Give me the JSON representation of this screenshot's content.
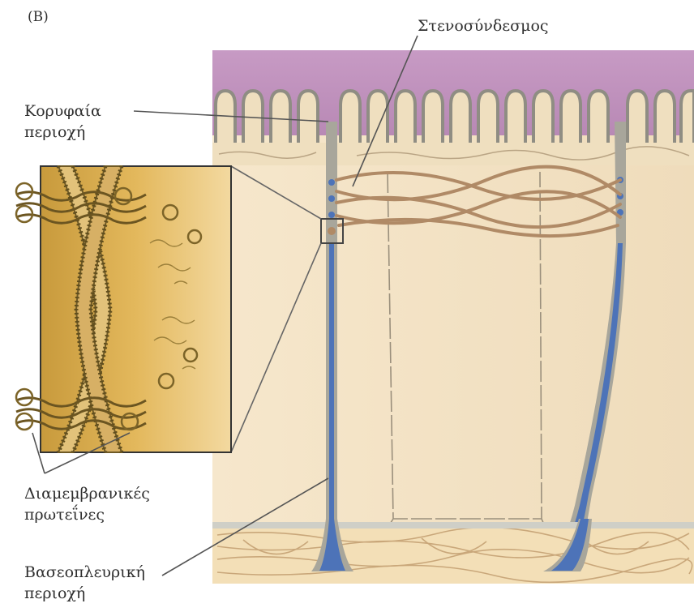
{
  "figure": {
    "panel_label": "(B)",
    "labels": {
      "tight_junction": "Στενοσύνδεσμος",
      "apical_region": [
        "Κορυφαία",
        "περιοχή"
      ],
      "transmembrane_proteins": [
        "Διαμεμβρανικές",
        "πρωτεΐνες"
      ],
      "basolateral_region": [
        "Βασεοπλευρική",
        "περιοχή"
      ]
    },
    "colors": {
      "apical_fluid": "#c79ac4",
      "cytoplasm": "#f6e7cc",
      "cell_membrane": "#9c9a8f",
      "intercellular_space": "#4d73b8",
      "junction_strands": "#b08a66",
      "inset_background": "#dcae50",
      "basement_fibers": "#c9a77a"
    }
  }
}
